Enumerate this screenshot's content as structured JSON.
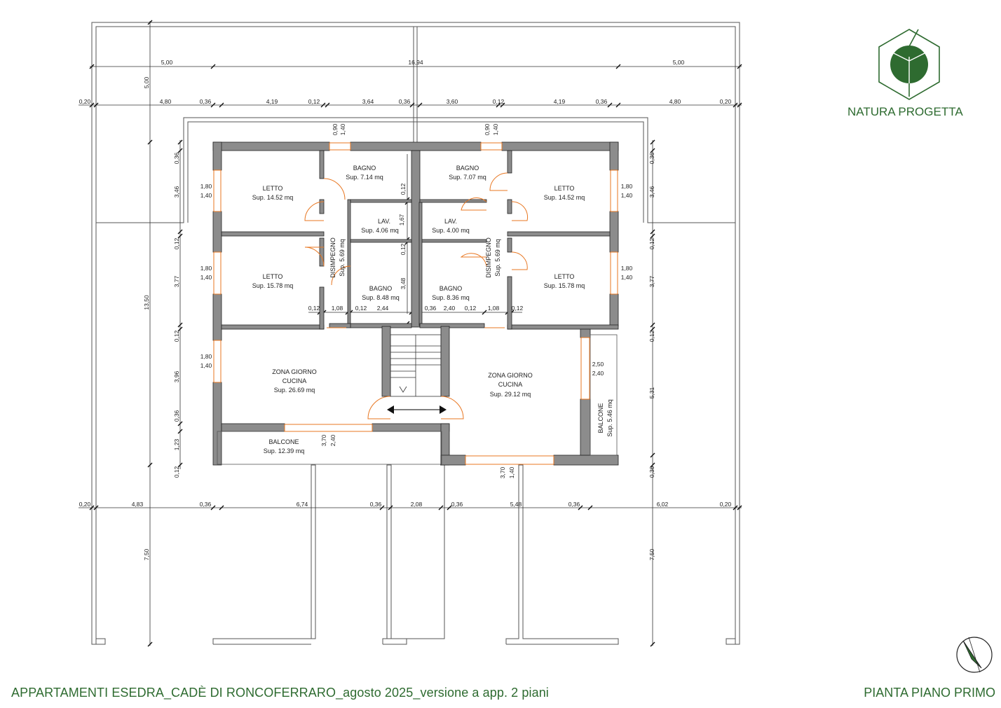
{
  "brand": {
    "name": "NATURA PROGETTA",
    "accent": "#2e6b30",
    "logo_icon": "natura-progetta-logo"
  },
  "footer": {
    "project_title": "APPARTAMENTI ESEDRA_CADÈ DI RONCOFERRARO_agosto 2025_versione a app. 2 piani",
    "sheet_title": "PIANTA PIANO PRIMO"
  },
  "colors": {
    "wall": "#8c8c8c",
    "wall_stroke": "#222222",
    "opening": "#e87722",
    "line": "#444444"
  },
  "rooms": [
    {
      "name": "LETTO",
      "area": "Sup. 14.52 mq"
    },
    {
      "name": "BAGNO",
      "area": "Sup. 7.14 mq"
    },
    {
      "name": "BAGNO",
      "area": "Sup. 7.07 mq"
    },
    {
      "name": "LETTO",
      "area": "Sup. 14.52 mq"
    },
    {
      "name": "LAV.",
      "area": "Sup. 4.06 mq"
    },
    {
      "name": "LAV.",
      "area": "Sup. 4.00 mq"
    },
    {
      "name": "LETTO",
      "area": "Sup. 15.78 mq"
    },
    {
      "name": "BAGNO",
      "area": "Sup. 8.48 mq"
    },
    {
      "name": "BAGNO",
      "area": "Sup. 8.36 mq"
    },
    {
      "name": "LETTO",
      "area": "Sup. 15.78 mq"
    },
    {
      "name": "ZONA GIORNO",
      "name2": "CUCINA",
      "area": "Sup. 26.69 mq"
    },
    {
      "name": "ZONA GIORNO",
      "name2": "CUCINA",
      "area": "Sup. 29.12 mq"
    },
    {
      "name": "BALCONE",
      "area": "Sup. 12.39 mq"
    },
    {
      "name": "DISIMPEGNO",
      "area": "Sup. 5.69 mq"
    },
    {
      "name": "DISIMPEGNO",
      "area": "Sup. 5.69 mq"
    },
    {
      "name": "BALCONE",
      "area": "Sup. 5.46 mq"
    }
  ],
  "dimensions": {
    "top_total": [
      "5,00",
      "16,94",
      "5,00"
    ],
    "top_row": [
      "0,20",
      "4,80",
      "0,36",
      "4,19",
      "0,12",
      "3,64",
      "0,36",
      "3,60",
      "0,12",
      "4,19",
      "0,36",
      "4,80",
      "0,20"
    ],
    "bottom_row": [
      "0,20",
      "4,83",
      "0,36",
      "6,74",
      "0,36",
      "2,08",
      "0,36",
      "5,48",
      "0,36",
      "6,02",
      "0,20"
    ],
    "left_outer": [
      "5,00",
      "13,50",
      "7,50"
    ],
    "left_inner": [
      "0,36",
      "3,46",
      "0,12",
      "3,77",
      "0,12",
      "3,96",
      "0,36",
      "1,23",
      "0,12"
    ],
    "right_inner": [
      "0,36",
      "3,46",
      "0,12",
      "3,77",
      "0,12",
      "5,31",
      "0,36",
      "7,50"
    ],
    "center_vertical": [
      "0,12",
      "1,67",
      "0,12",
      "3,48"
    ],
    "inner_row": [
      "0,12",
      "1,08",
      "0,12",
      "2,44",
      "0,36",
      "2,40",
      "0,12",
      "1,08",
      "0,12"
    ],
    "openings": [
      {
        "w": "0,90",
        "h": "1,40"
      },
      {
        "w": "0,90",
        "h": "1,40"
      },
      {
        "w": "1,80",
        "h": "1,40"
      },
      {
        "w": "1,80",
        "h": "1,40"
      },
      {
        "w": "1,80",
        "h": "1,40"
      },
      {
        "w": "1,80",
        "h": "1,40"
      },
      {
        "w": "1,80",
        "h": "1,40"
      },
      {
        "w": "2,50",
        "h": "2,40"
      },
      {
        "w": "3,70",
        "h": "2,40"
      },
      {
        "w": "3,70",
        "h": "1,40"
      }
    ]
  }
}
